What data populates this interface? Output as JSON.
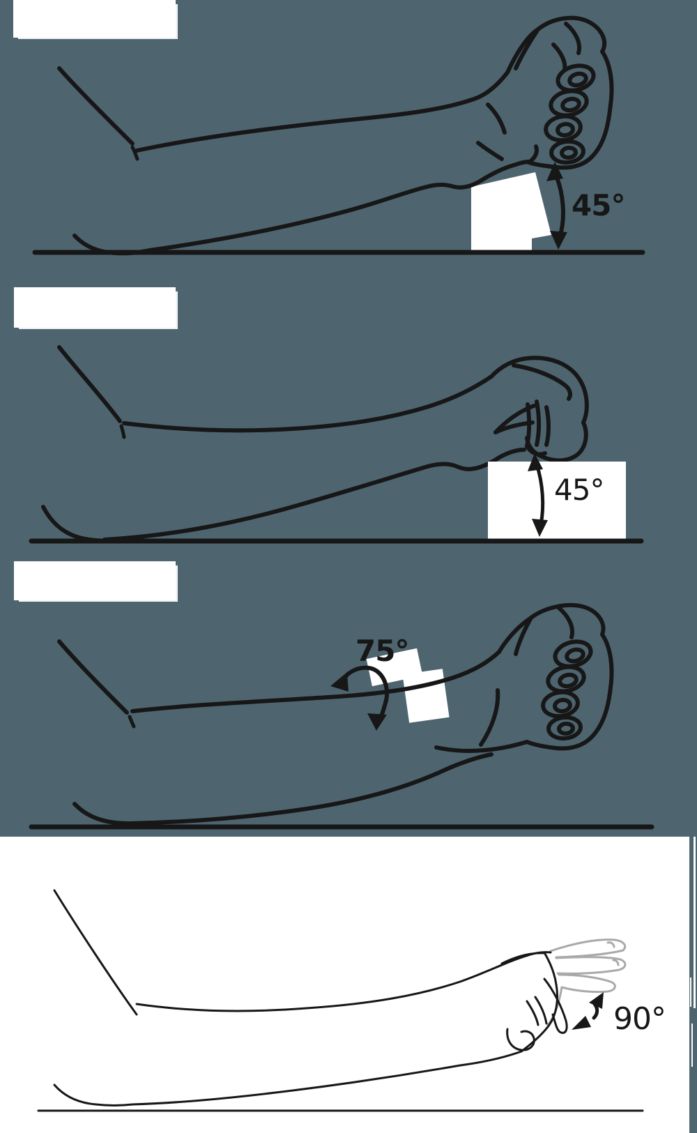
{
  "figure": {
    "description_visible_text_only": true,
    "panels": [
      {
        "label_text": "",
        "angle_label": "45°",
        "angle_text_weight": "bold"
      },
      {
        "label_text": "",
        "angle_label": "45°",
        "angle_text_weight": "normal"
      },
      {
        "label_text": "",
        "angle_label": "75°",
        "angle_text_weight": "bold"
      },
      {
        "label_text": "",
        "angle_label": "90°",
        "angle_text_weight": "normal"
      }
    ]
  },
  "colors": {
    "background": "#4e6570",
    "ink": "#171717",
    "panel_white": "#ffffff",
    "ghost_gray": "#a9a9a9"
  }
}
